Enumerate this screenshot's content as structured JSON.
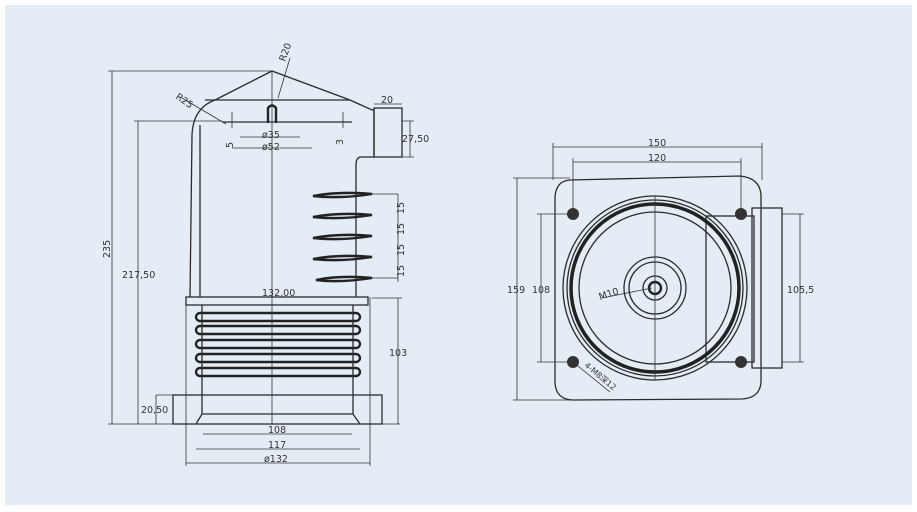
{
  "side_view": {
    "dims": {
      "overall_height": "235",
      "inner_height": "217,50",
      "r_top": "R20",
      "r_shoulder": "R25",
      "d_inner": "ø35",
      "d_outer": "ø52",
      "left_step": "5",
      "right_step": "3",
      "terminal_width": "20",
      "terminal_height": "27,50",
      "shed_pitch": [
        "15",
        "15",
        "15",
        "15"
      ],
      "flange_width": "132,00",
      "base_height": "103",
      "flange_thickness": "20,50",
      "bottom_inner": "108",
      "bottom_mid": "117",
      "bottom_outer": "ø132"
    }
  },
  "top_view": {
    "dims": {
      "plate_width": "150",
      "hole_spacing_x": "120",
      "plate_height": "159",
      "hole_spacing_y": "108",
      "box_height": "105,5",
      "thread": "M10",
      "holes": "4-M8深12"
    }
  }
}
